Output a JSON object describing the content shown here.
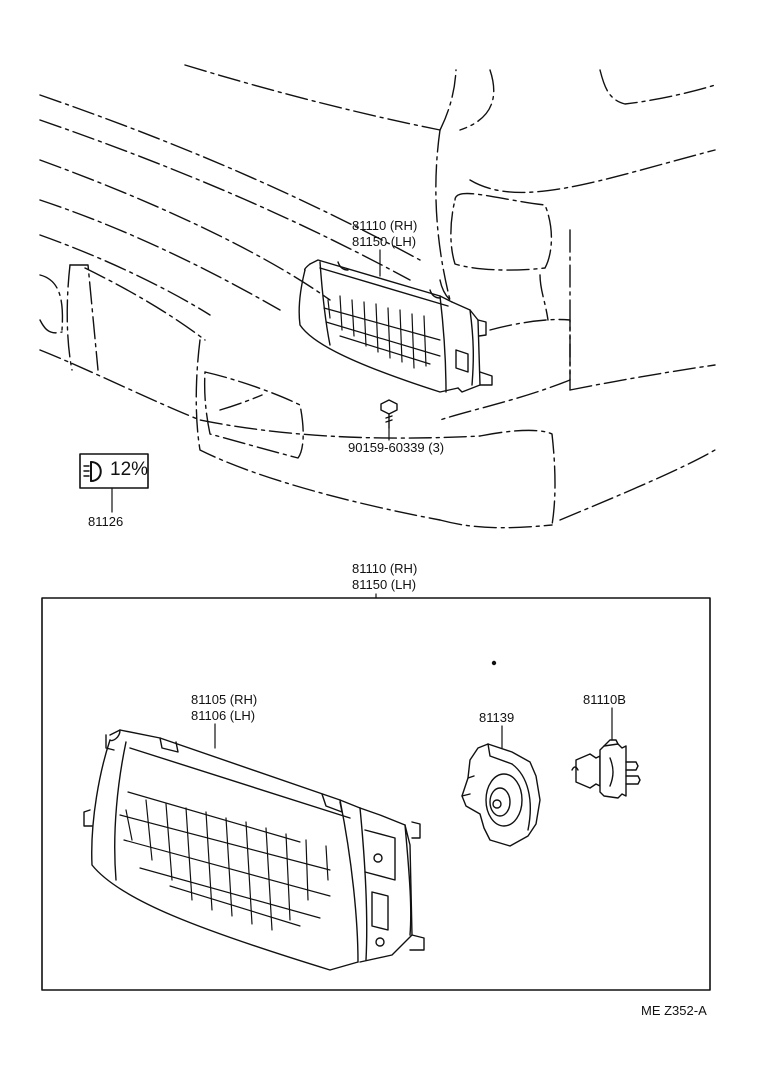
{
  "callouts": {
    "headlamp_top_rh": "81110 (RH)",
    "headlamp_top_lh": "81150 (LH)",
    "screw": "90159-60339 (3)",
    "label_part": "81126",
    "assembly_rh": "81110 (RH)",
    "assembly_lh": "81150 (LH)",
    "unit_rh": "81105 (RH)",
    "unit_lh": "81106 (LH)",
    "socket": "81139",
    "bulb": "81110B"
  },
  "pictogram": {
    "percent_text": "12%"
  },
  "figure_ref": "ME  Z352-A",
  "colors": {
    "ink": "#111111",
    "background": "#ffffff"
  }
}
